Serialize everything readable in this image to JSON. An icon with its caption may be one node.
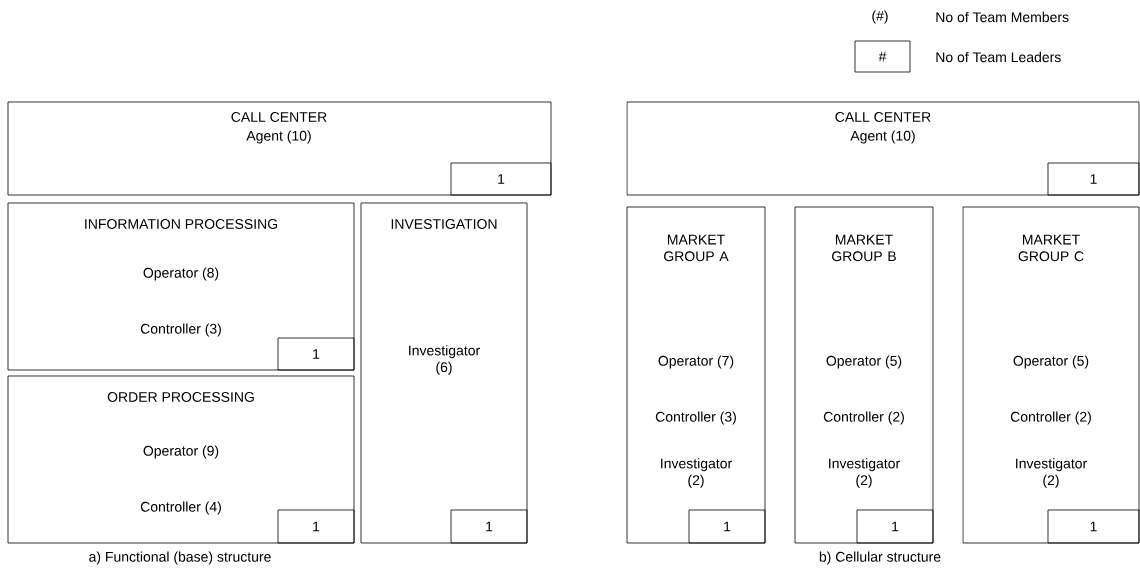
{
  "diagram": {
    "nodes": [
      {
        "text": [
          "#"
        ]
      },
      {
        "text": [
          "CALL CENTER",
          "Agent (10)"
        ]
      },
      {
        "text": [
          "1"
        ],
        "in": 1
      },
      {
        "text": [
          "INFORMATION PROCESSING",
          "Operator (8)",
          "Controller (3)"
        ]
      },
      {
        "text": [
          "1"
        ],
        "in": 3
      },
      {
        "text": [
          "ORDER PROCESSING",
          "Operator (9)",
          "Controller (4)"
        ]
      },
      {
        "text": [
          "1"
        ],
        "in": 5
      },
      {
        "text": [
          "INVESTIGATION",
          "Investigator (6)"
        ]
      },
      {
        "text": [
          "1"
        ],
        "in": 7
      },
      {
        "text": [
          "CALL CENTER",
          "Agent (10)"
        ]
      },
      {
        "text": [
          "1"
        ],
        "in": 9
      },
      {
        "text": [
          "MARKET GROUP A",
          "Operator (7)",
          "Controller (3)",
          "Investigator (2)"
        ]
      },
      {
        "text": [
          "1"
        ],
        "in": 11
      },
      {
        "text": [
          "MARKET GROUP B",
          "Operator (5)",
          "Controller (2)",
          "Investigator (2)"
        ]
      },
      {
        "text": [
          "1"
        ],
        "in": 13
      },
      {
        "text": [
          "MARKET GROUP C",
          "Operator (5)",
          "Controller (2)",
          "Investigator (2)"
        ]
      },
      {
        "text": [
          "1"
        ],
        "in": 15
      }
    ],
    "labels": [
      "(#)",
      "a) Functional (base) structure",
      "b) Cellular structure"
    ],
    "legend": [
      {
        "text": "No of Team Members"
      },
      {
        "text": "No of Team Leaders"
      }
    ]
  }
}
